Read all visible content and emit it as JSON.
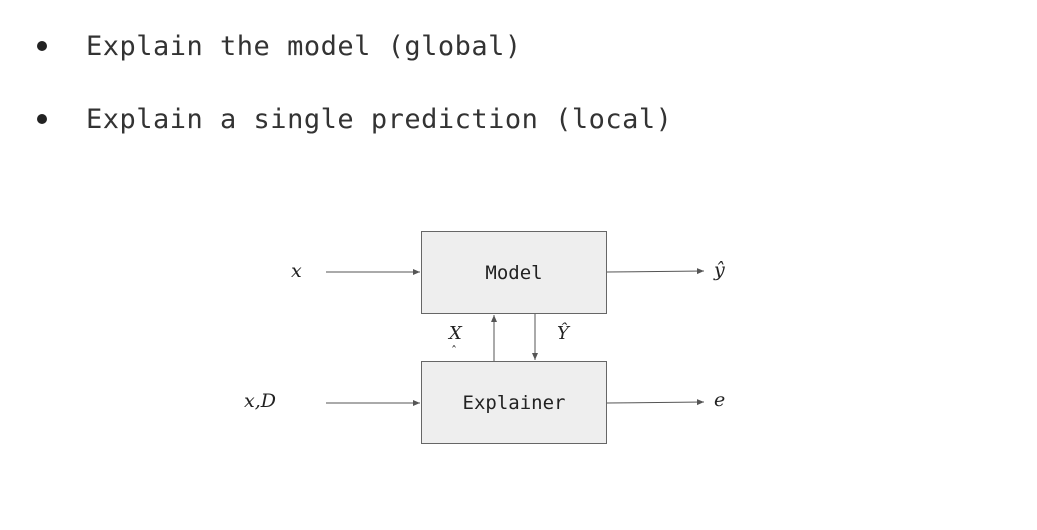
{
  "bullets": [
    {
      "text": "Explain the model (global)"
    },
    {
      "text": "Explain a single prediction (local)"
    }
  ],
  "diagram": {
    "model_box": {
      "label": "Model"
    },
    "explainer_box": {
      "label": "Explainer"
    },
    "inputs": {
      "model_input": "x",
      "explainer_input": "x,D"
    },
    "outputs": {
      "model_output": "ŷ",
      "explainer_output": "e"
    },
    "feedback": {
      "to_model": "X",
      "to_model_hat": "ˆ",
      "to_explainer": "Ŷ"
    }
  },
  "colors": {
    "box_fill": "#eeeeee",
    "box_border": "#666666",
    "arrow": "#555555",
    "text": "#333333"
  }
}
